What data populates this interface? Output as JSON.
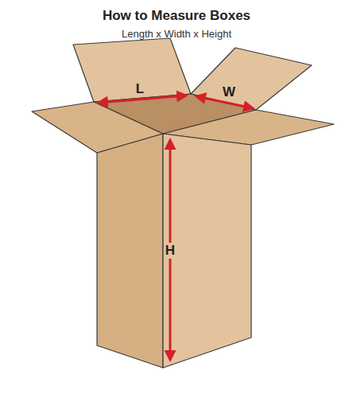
{
  "diagram": {
    "title": "How to Measure Boxes",
    "labels": [
      "Length x Width x Height",
      "L",
      "W",
      "H"
    ]
  }
}
